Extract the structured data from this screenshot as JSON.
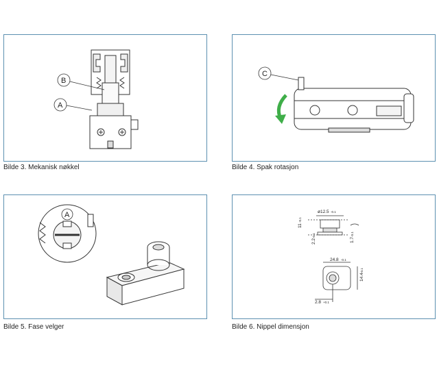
{
  "figures": [
    {
      "caption": "Bilde 3. Mekanisk nøkkel",
      "labels": [
        "B",
        "A"
      ]
    },
    {
      "caption": "Bilde 4. Spak rotasjon",
      "labels": [
        "C"
      ]
    },
    {
      "caption": "Bilde 5. Fase velger",
      "labels": [
        "A"
      ]
    },
    {
      "caption": "Bilde 6. Nippel dimensjon",
      "labels": []
    }
  ],
  "dimensions": {
    "d1": "ø12.5",
    "d1_tol": "-0.1",
    "d2": "11",
    "d2_tol": "-0.1",
    "d3": "2.2",
    "d3_tol": "-0.1",
    "d4": "1.7",
    "d4_tol": "-0.1",
    "d5": "24.8",
    "d5_tol": "-0.1",
    "d6": "14.4",
    "d6_tol": "-0.1",
    "d7": "2.8",
    "d7_tol": "+0.1"
  },
  "colors": {
    "frame": "#5b8fb0",
    "arrow": "#3fae49"
  }
}
